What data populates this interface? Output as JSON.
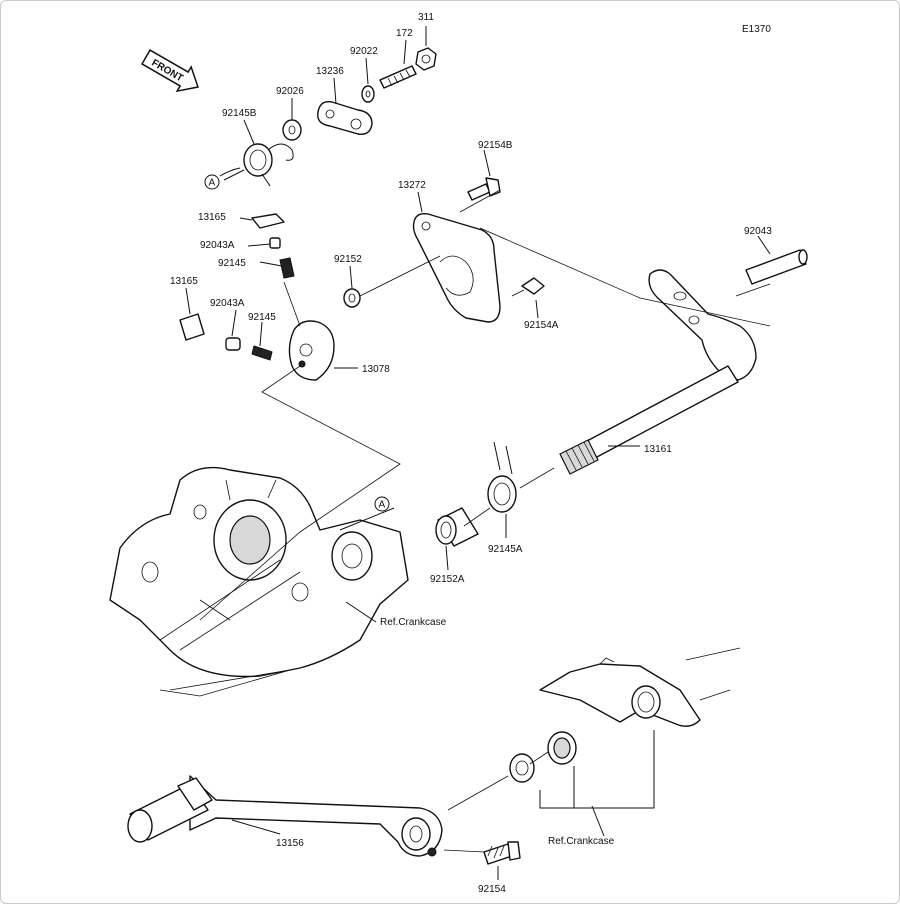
{
  "diagram_code": "E1370",
  "front_badge": "FRONT",
  "labels": {
    "p311": "311",
    "p172": "172",
    "p92022": "92022",
    "p13236": "13236",
    "p92026": "92026",
    "p92145B": "92145B",
    "p92154B": "92154B",
    "p13272": "13272",
    "p92043": "92043",
    "p13165a": "13165",
    "p92043A_a": "92043A",
    "p92145_a": "92145",
    "p92152": "92152",
    "p13165b": "13165",
    "p92043A_b": "92043A",
    "p92145_b": "92145",
    "p92154A": "92154A",
    "p13078": "13078",
    "p13161": "13161",
    "p92145A": "92145A",
    "p92152A": "92152A",
    "ref_crankcase_1": "Ref.Crankcase",
    "ref_crankcase_2": "Ref.Crankcase",
    "p13156": "13156",
    "p92154": "92154"
  },
  "callouts": {
    "a_top": "A",
    "a_mid": "A"
  },
  "icons": [
    "front-arrow-icon"
  ]
}
